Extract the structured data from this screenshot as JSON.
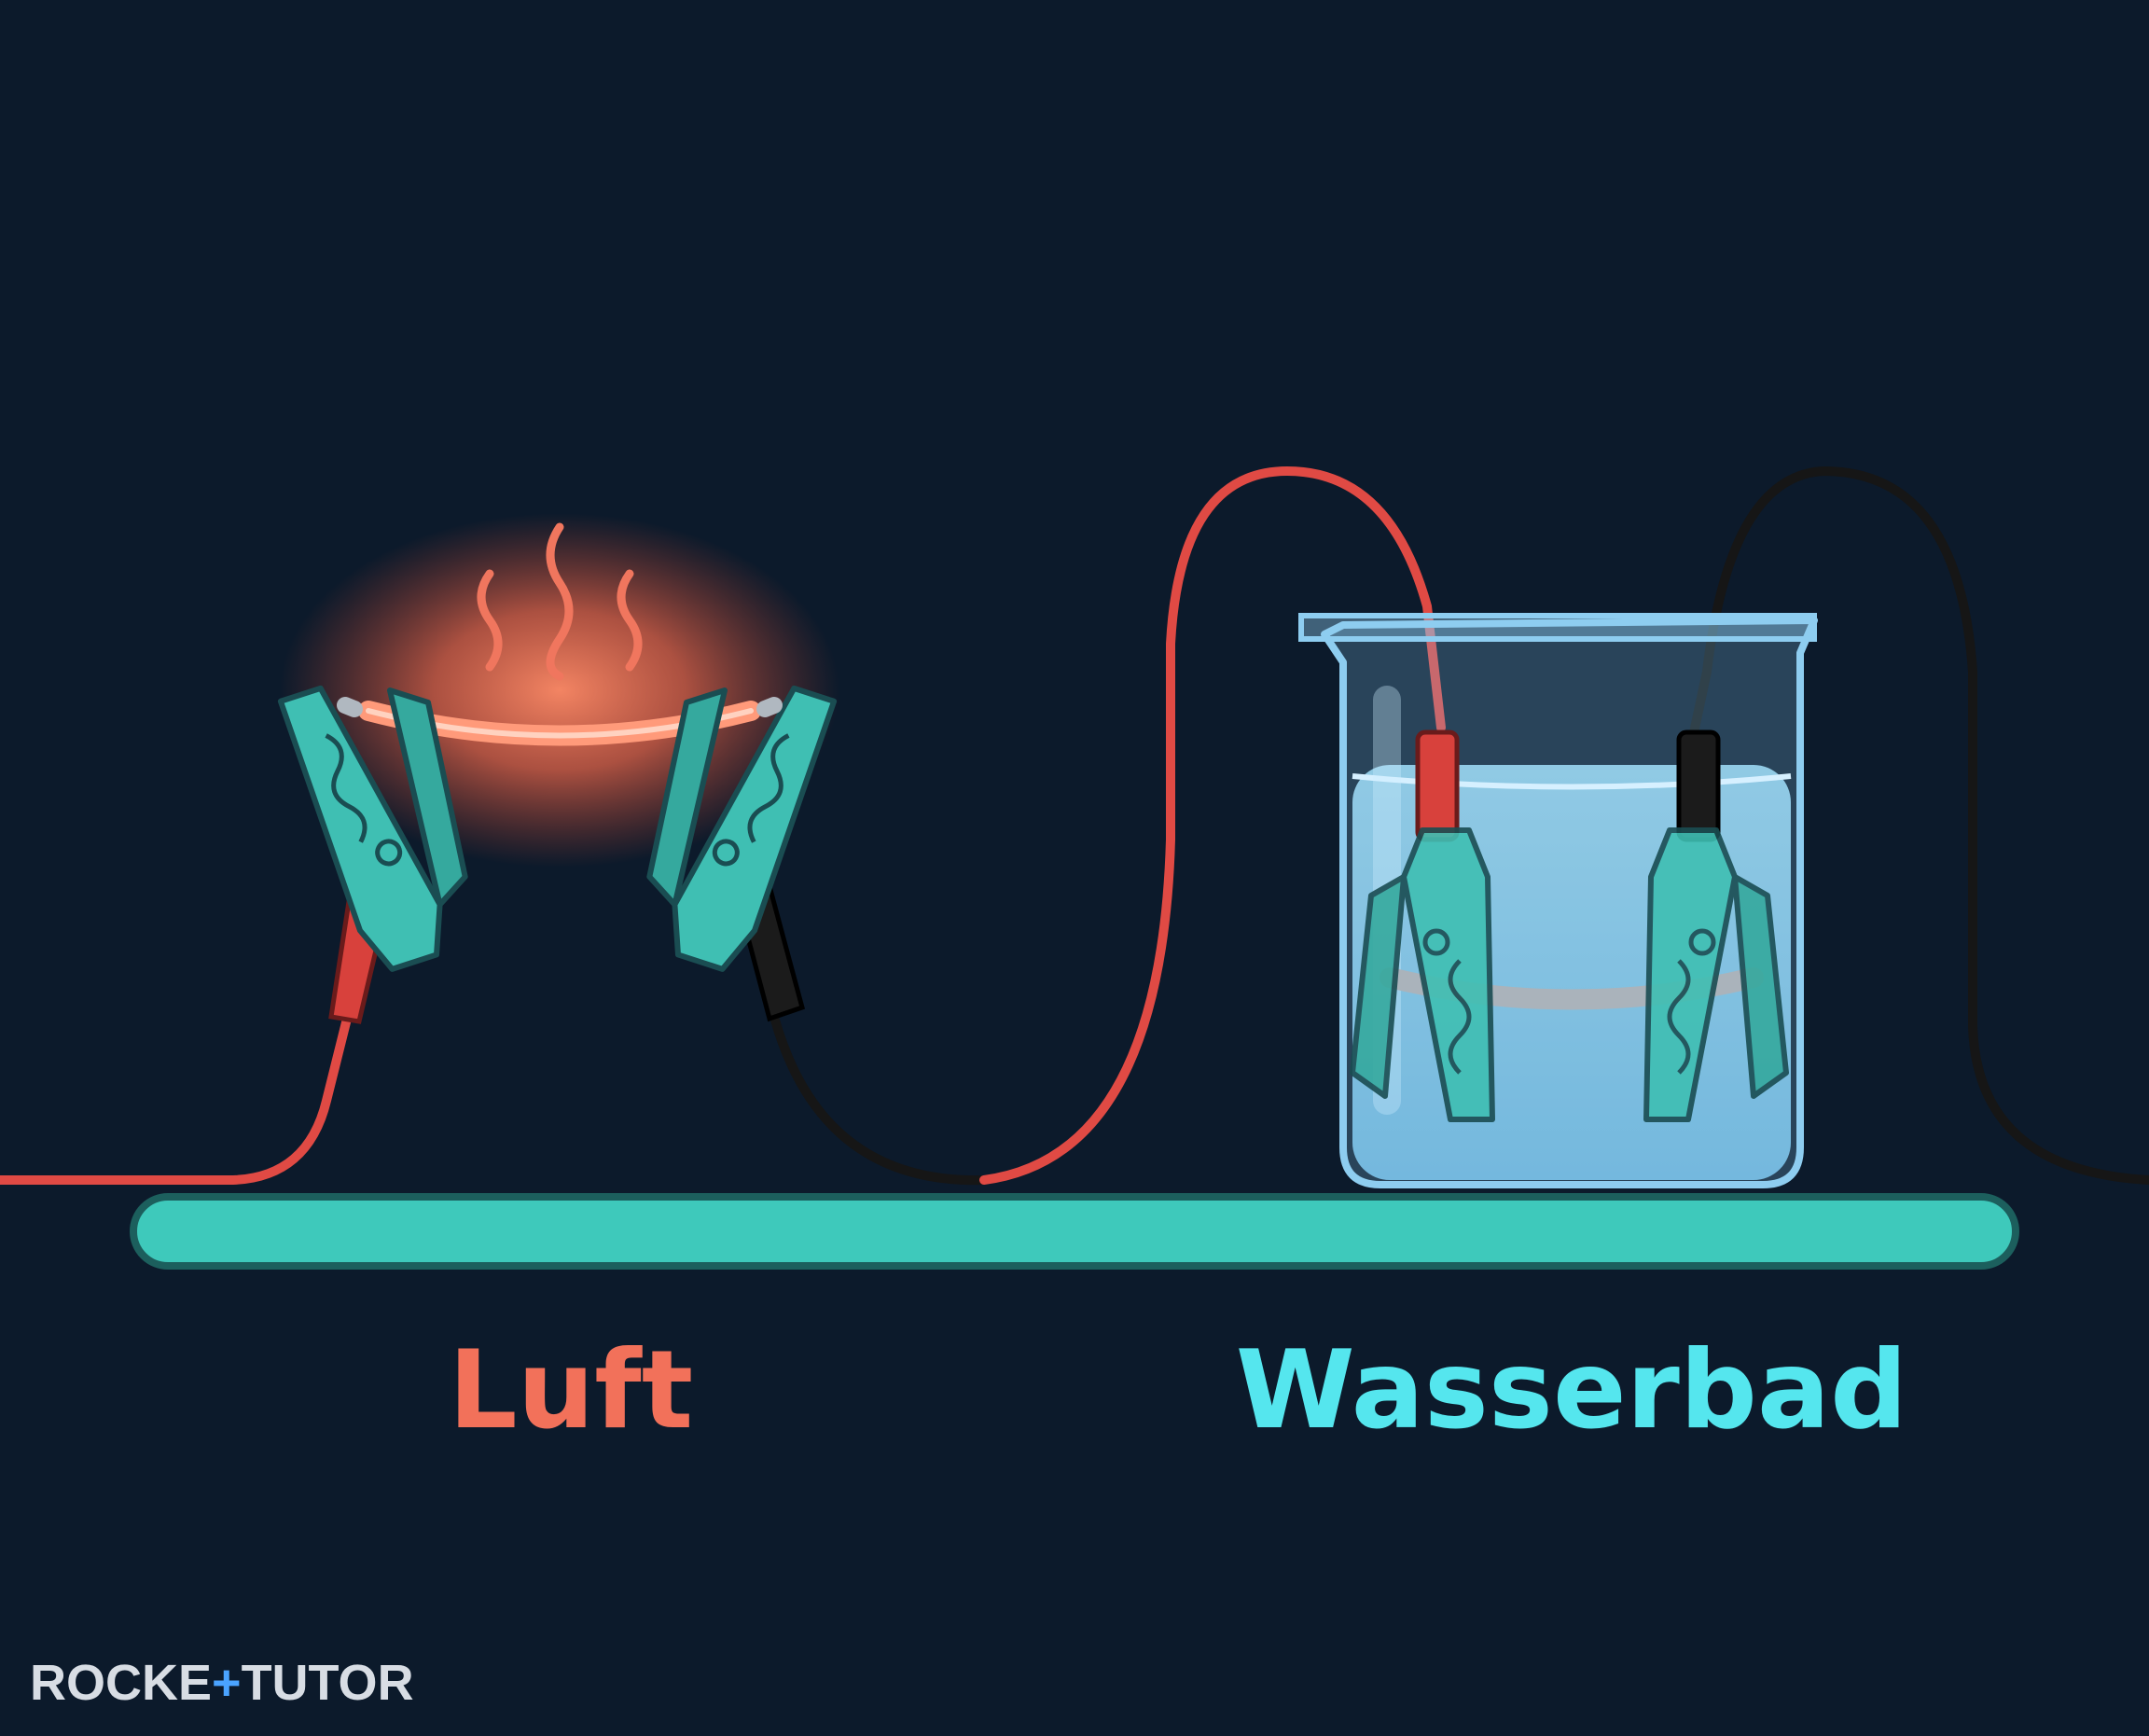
{
  "labels": {
    "left": "Luft",
    "right": "Wasserbad"
  },
  "brand": {
    "part1": "ROCKE",
    "part2": "TUTO",
    "part3": "R"
  },
  "colors": {
    "background": "#0c1a2b",
    "luft_label": "#f2715a",
    "wasserbad_label": "#55e6ee",
    "shelf": "#3ec9bb",
    "red_wire": "#e04a44",
    "black_wire": "#161616",
    "clip": "#3fbfb3",
    "water": "#8fd3f4",
    "glow": "#ff7a55"
  },
  "icons": {
    "left_clip_1": "alligator-clip-icon",
    "left_clip_2": "alligator-clip-icon",
    "beaker": "beaker-icon",
    "heat": "heat-waves-icon"
  }
}
